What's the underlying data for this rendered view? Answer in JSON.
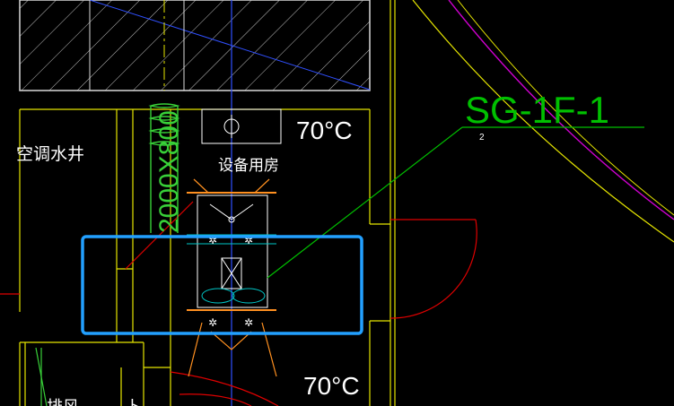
{
  "drawing": {
    "labels": {
      "shaft": "空调水井",
      "room": "设备用房",
      "temp_top": "70°C",
      "temp_bottom": "70°C",
      "duct_size": "2000X800",
      "tag": "SG-1F-1",
      "tag_sub": "2",
      "fire_damper_symbol": "Φ",
      "bottom_left_1": "排风",
      "bottom_left_2": "卜"
    },
    "colors": {
      "background": "#000000",
      "wall_yellow": "#e6e600",
      "tag_green": "#00c000",
      "duct_green": "#38d038",
      "magenta": "#d000d0",
      "red": "#e00000",
      "white": "#ffffff",
      "blue_line": "#3050ff",
      "cyan": "#00c8c8",
      "orange": "#ff9020",
      "highlight": "#22a0ff"
    }
  }
}
